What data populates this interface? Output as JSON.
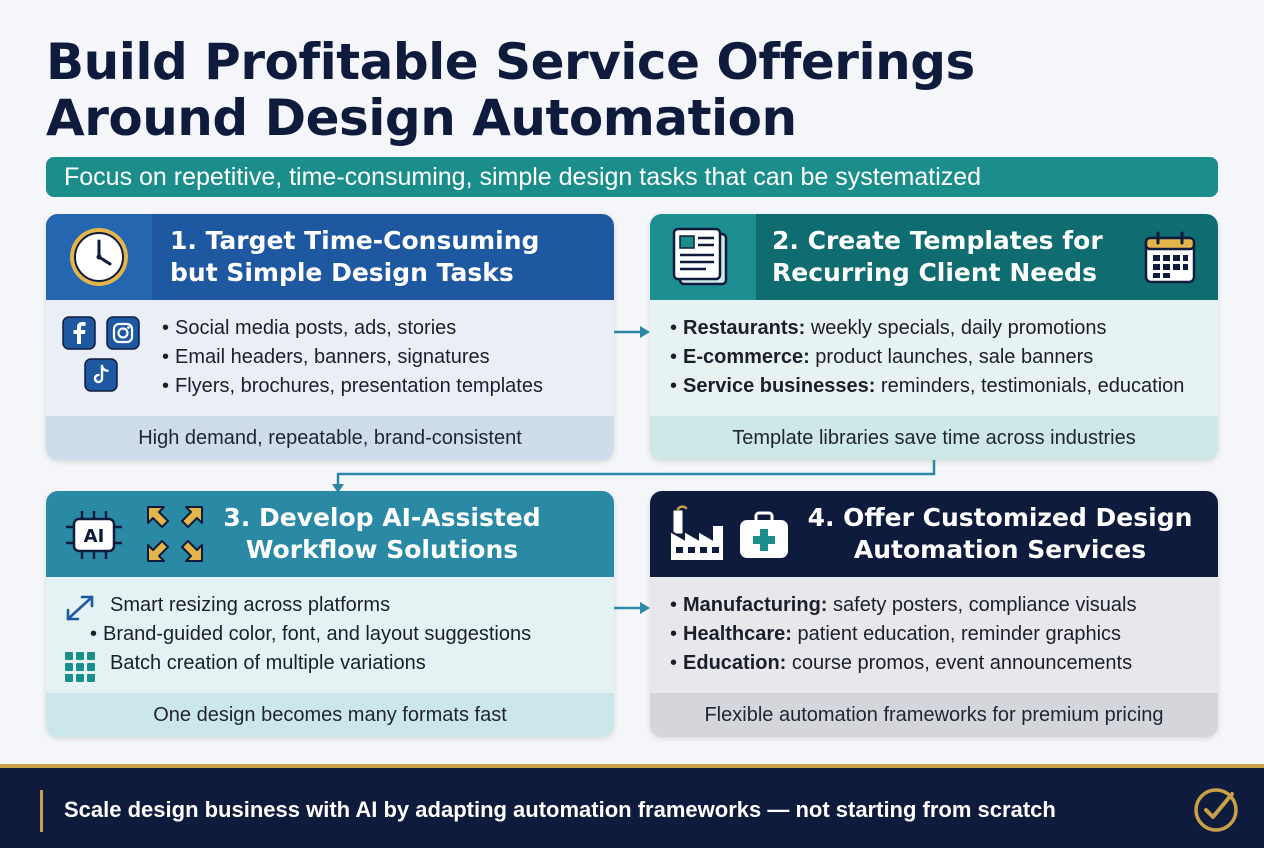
{
  "title": {
    "line1": "Build Profitable Service Offerings",
    "line2": "Around Design Automation"
  },
  "subtitle": "Focus on repetitive, time-consuming, simple design tasks that can be systematized",
  "cards": [
    {
      "heading_line1": "1. Target Time-Consuming",
      "heading_line2": "but Simple Design Tasks",
      "icon": "clock-icon",
      "items": [
        {
          "label": "",
          "text": "Social media posts, ads, stories"
        },
        {
          "label": "",
          "text": "Email headers, banners, signatures"
        },
        {
          "label": "",
          "text": "Flyers, brochures, presentation templates"
        }
      ],
      "footer": "High demand, repeatable, brand-consistent",
      "icons": [
        "facebook-icon",
        "instagram-icon",
        "tiktok-icon"
      ]
    },
    {
      "heading_line1": "2. Create Templates for",
      "heading_line2": "Recurring Client Needs",
      "icon": "document-icon",
      "items": [
        {
          "label": "Restaurants:",
          "text": " weekly specials, daily promotions"
        },
        {
          "label": "E-commerce:",
          "text": " product launches, sale banners"
        },
        {
          "label": "Service businesses:",
          "text": " reminders, testimonials, education"
        }
      ],
      "footer": "Template libraries save time across industries",
      "icons": [
        "calendar-icon"
      ]
    },
    {
      "heading_line1": "3. Develop AI-Assisted",
      "heading_line2": "Workflow Solutions",
      "icon": "ai-chip-icon",
      "items": [
        {
          "label": "",
          "text": "Smart resizing across platforms"
        },
        {
          "label": "",
          "text": "Brand-guided color, font, and layout suggestions"
        },
        {
          "label": "",
          "text": "Batch creation of multiple variations"
        }
      ],
      "footer": "One design becomes many formats fast",
      "icons": [
        "expand-arrows-icon",
        "resize-icon",
        "grid-icon"
      ]
    },
    {
      "heading_line1": "4. Offer Customized Design",
      "heading_line2": "Automation Services",
      "icon": "factory-icon",
      "items": [
        {
          "label": "Manufacturing:",
          "text": " safety posters, compliance visuals"
        },
        {
          "label": "Healthcare:",
          "text": " patient education, reminder graphics"
        },
        {
          "label": "Education:",
          "text": " course promos, event announcements"
        }
      ],
      "footer": "Flexible automation frameworks for premium pricing",
      "icons": [
        "medical-kit-icon"
      ]
    }
  ],
  "bullet": "•",
  "footer_banner": "Scale design business with AI by adapting automation frameworks — not starting from scratch",
  "footer_icon": "check-circle-icon",
  "colors": {
    "navy": "#0f1b3d",
    "teal": "#1b8e8c",
    "blue": "#1e58a0",
    "gold": "#c9a04a"
  }
}
